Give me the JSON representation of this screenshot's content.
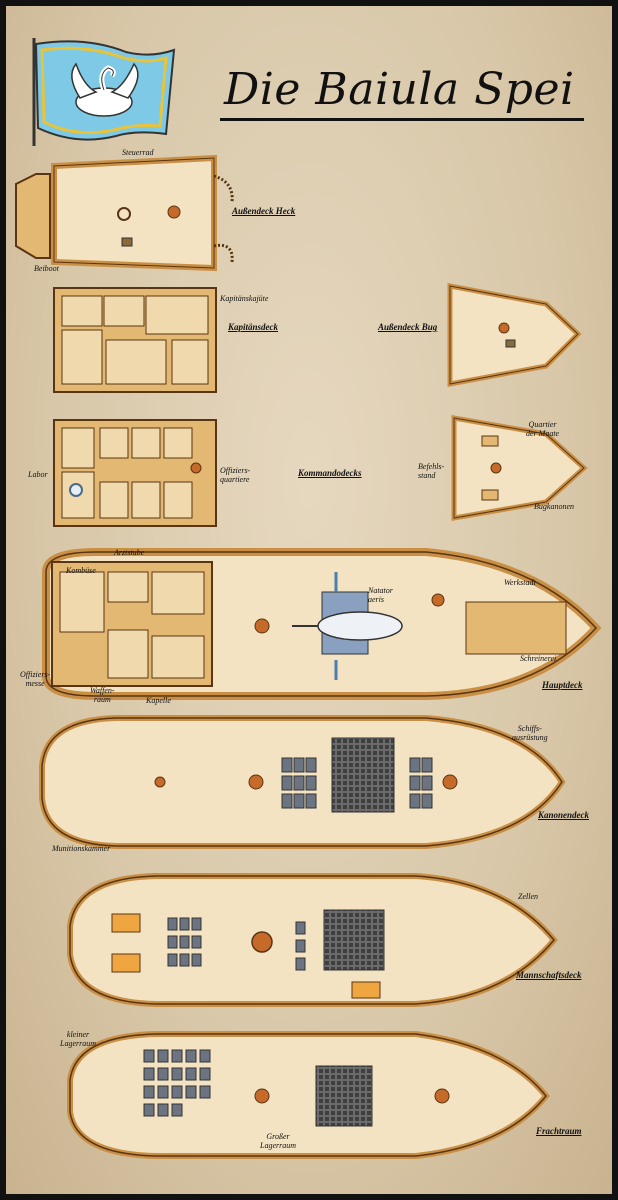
{
  "title": "Die Baiula Spei",
  "flag_icon": "swan-flag-icon",
  "colors": {
    "parchment": "#dccaa9",
    "wood": "#e3b872",
    "wood_dark": "#c98f45",
    "outline": "#5a3513",
    "deck_light": "#f3e3c3",
    "flag_blue": "#7ec9e6"
  },
  "decks": {
    "aussendeck_heck": "Außendeck Heck",
    "kapitaensdeck": "Kapitänsdeck",
    "aussendeck_bug": "Außendeck Bug",
    "kommandodecks": "Kommandodecks",
    "hauptdeck": "Hauptdeck",
    "kanonendeck": "Kanonendeck",
    "mannschaftsdeck": "Mannschaftsdeck",
    "frachtraum": "Frachtraum"
  },
  "rooms": {
    "steuerrad": "Steuerrad",
    "beiboot": "Beiboot",
    "kapitaenskajuete": "Kapitänskajüte",
    "labor": "Labor",
    "offiziersquartiere_1": "Offiziers-",
    "offiziersquartiere_2": "quartiere",
    "quartier_maate_1": "Quartier",
    "quartier_maate_2": "der Maate",
    "befehlsstand_1": "Befehls-",
    "befehlsstand_2": "stand",
    "bugkanonen": "Bugkanonen",
    "arztstube": "Arztstube",
    "kombuese": "Kombüse",
    "natator_1": "Natator",
    "natator_2": "aeris",
    "werkstadt": "Werkstadt",
    "schreinerei": "Schreinerei",
    "offiziersmesse_1": "Offiziers-",
    "offiziersmesse_2": "messe",
    "waffenraum_1": "Waffen-",
    "waffenraum_2": "raum",
    "kapelle": "Kapelle",
    "schiffsausruestung_1": "Schiffs-",
    "schiffsausruestung_2": "ausrüstung",
    "munitionskammer": "Munitionskammer",
    "zellen": "Zellen",
    "kleiner_lager_1": "kleiner",
    "kleiner_lager_2": "Lagerraum",
    "grosser_lager_1": "Großer",
    "grosser_lager_2": "Lagerraum"
  }
}
